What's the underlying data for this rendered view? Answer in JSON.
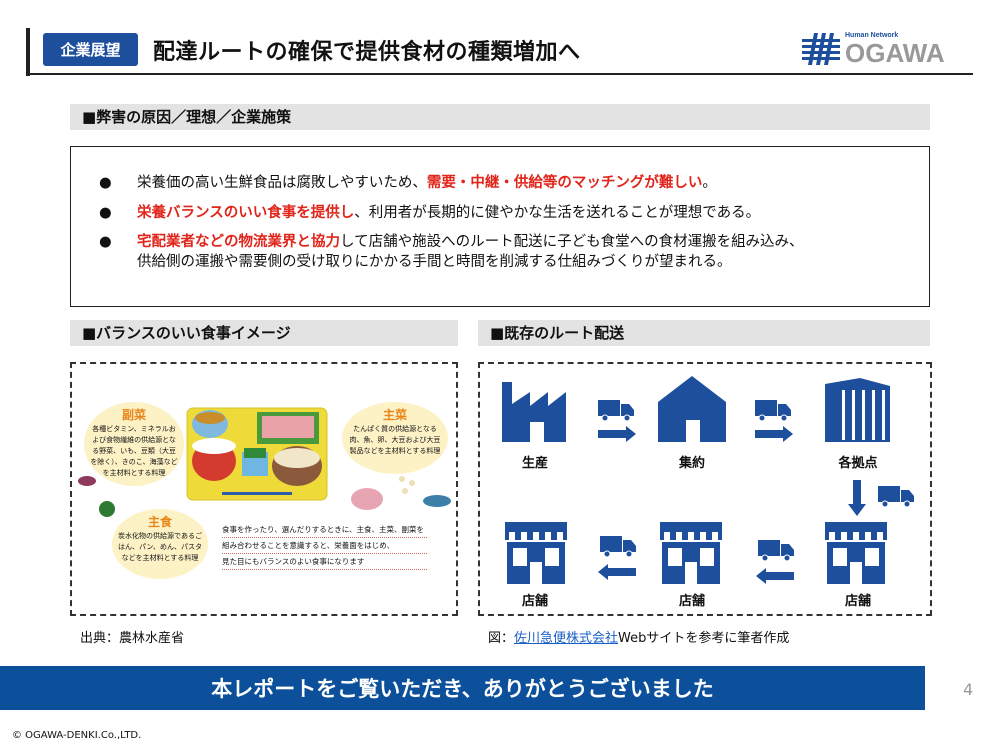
{
  "header": {
    "badge": "企業展望",
    "title": "配達ルートの確保で提供食材の種類増加へ",
    "logo_tag": "Human Network",
    "logo_name": "OGAWA"
  },
  "section1": {
    "title": "■弊害の原因／理想／企業施策",
    "bullets": [
      {
        "pre": "栄養価の高い生鮮食品は腐敗しやすいため、",
        "red": "需要・中継・供給等のマッチングが難しい",
        "post": "。"
      },
      {
        "pre": "",
        "red": "栄養バランスのいい食事を提供し",
        "post": "、利用者が長期的に健やかな生活を送れることが理想である。"
      },
      {
        "pre": "",
        "red": "宅配業者などの物流業界と協力",
        "post": "して店舗や施設へのルート配送に子ども食堂への食材運搬を組み込み、",
        "line2": "供給側の運搬や需要側の受け取りにかかる手間と時間を削減する仕組みづくりが望まれる。"
      }
    ],
    "bullet_symbol": "●"
  },
  "left_panel": {
    "title": "■バランスのいい食事イメージ",
    "fukusai": {
      "title": "副菜",
      "text": "各種ビタミン、ミネラルおよび食物繊維の供給源となる野菜、いも、豆類（大豆を除く）、きのこ、海藻などを主材料とする料理"
    },
    "shusai": {
      "title": "主菜",
      "text": "たんぱく質の供給源となる肉、魚、卵、大豆および大豆製品などを主材料とする料理"
    },
    "shushoku": {
      "title": "主食",
      "text": "炭水化物の供給源であるごはん、パン、めん、パスタなどを主材料とする料理"
    },
    "note": [
      "食事を作ったり、選んだりするときに、主食、主菜、副菜を",
      "組み合わせることを意識すると、栄養面をはじめ、",
      "見た目にもバランスのよい食事になります"
    ],
    "caption": "出典：農林水産省"
  },
  "right_panel": {
    "title": "■既存のルート配送",
    "nodes": [
      "生産",
      "集約",
      "各拠点",
      "店舗",
      "店舗",
      "店舗"
    ],
    "caption_pre": "図：",
    "caption_link": "佐川急便株式会社",
    "caption_post": "Webサイトを参考に筆者作成"
  },
  "footer": {
    "banner": "本レポートをご覧いただき、ありがとうございました",
    "page": "4",
    "copyright": "© OGAWA-DENKI.Co.,LTD."
  },
  "colors": {
    "blue": "#0c4f9a",
    "red": "#e1251b",
    "gray": "#e3e3e3"
  }
}
